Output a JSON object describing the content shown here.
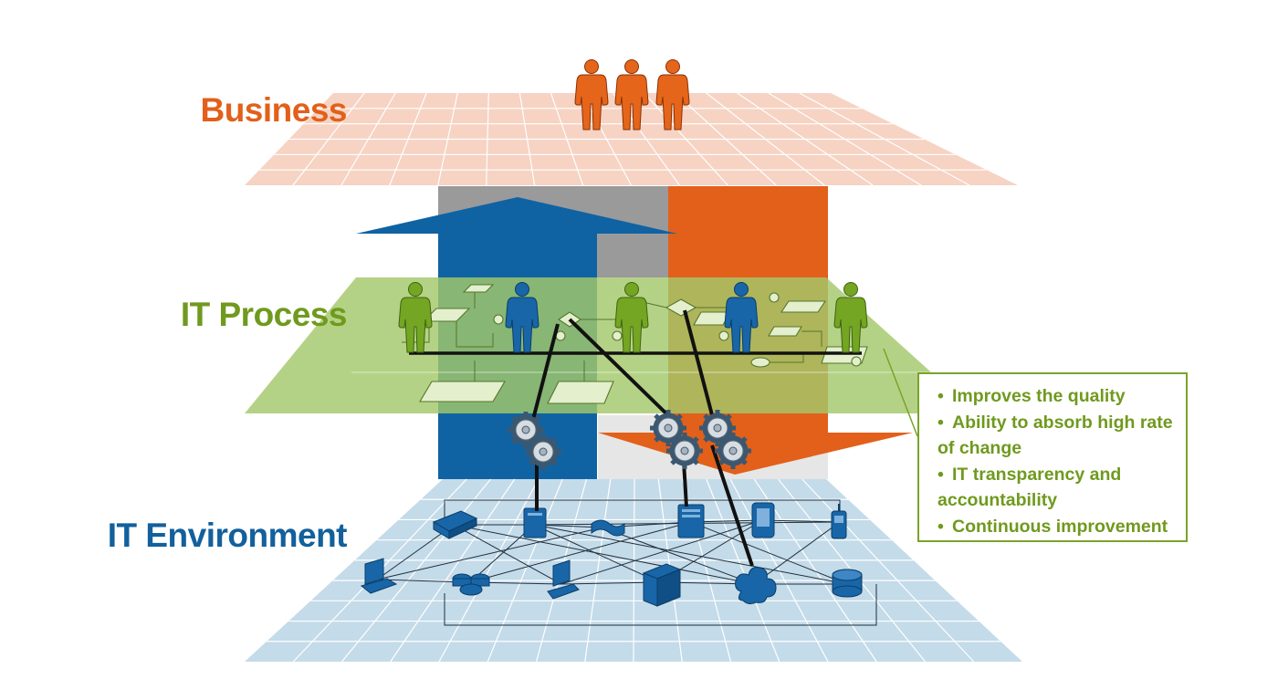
{
  "layers": {
    "business": {
      "label": "Business",
      "color": "#e2601a"
    },
    "it_process": {
      "label": "IT Process",
      "color": "#6f9a1e"
    },
    "it_environment": {
      "label": "IT Environment",
      "color": "#12609c"
    }
  },
  "benefits": {
    "items": [
      "Improves the quality",
      "Ability to absorb high rate of change",
      "IT transparency and accountability",
      "Continuous improvement"
    ],
    "bullet": "•",
    "border_color": "#7aa32a"
  },
  "colors": {
    "business_plane": "#f6d3c3",
    "process_plane": "#a4c86a",
    "environment_plane": "#c4dbe9",
    "up_arrow": "#0f63a3",
    "down_arrow": "#e2601a",
    "grey_column": "#9a9a9a",
    "process_person": "#74a523",
    "it_person": "#1866a8",
    "business_person": "#e5651b",
    "device": "#1866a8"
  },
  "icons": {
    "business_people": [
      "person-icon",
      "person-icon",
      "person-icon"
    ],
    "process_people": [
      "person-icon",
      "person-icon",
      "person-icon",
      "person-icon",
      "person-icon"
    ],
    "gears": [
      "gear-icon",
      "gear-icon",
      "gear-icon",
      "gear-icon",
      "gear-icon",
      "gear-icon"
    ],
    "devices": [
      "router-icon",
      "server-icon",
      "cable-icon",
      "server-icon",
      "tablet-icon",
      "phone-icon",
      "laptop-icon",
      "database-cluster-icon",
      "workstation-icon",
      "server-rack-icon",
      "cloud-icon",
      "database-icon"
    ]
  }
}
